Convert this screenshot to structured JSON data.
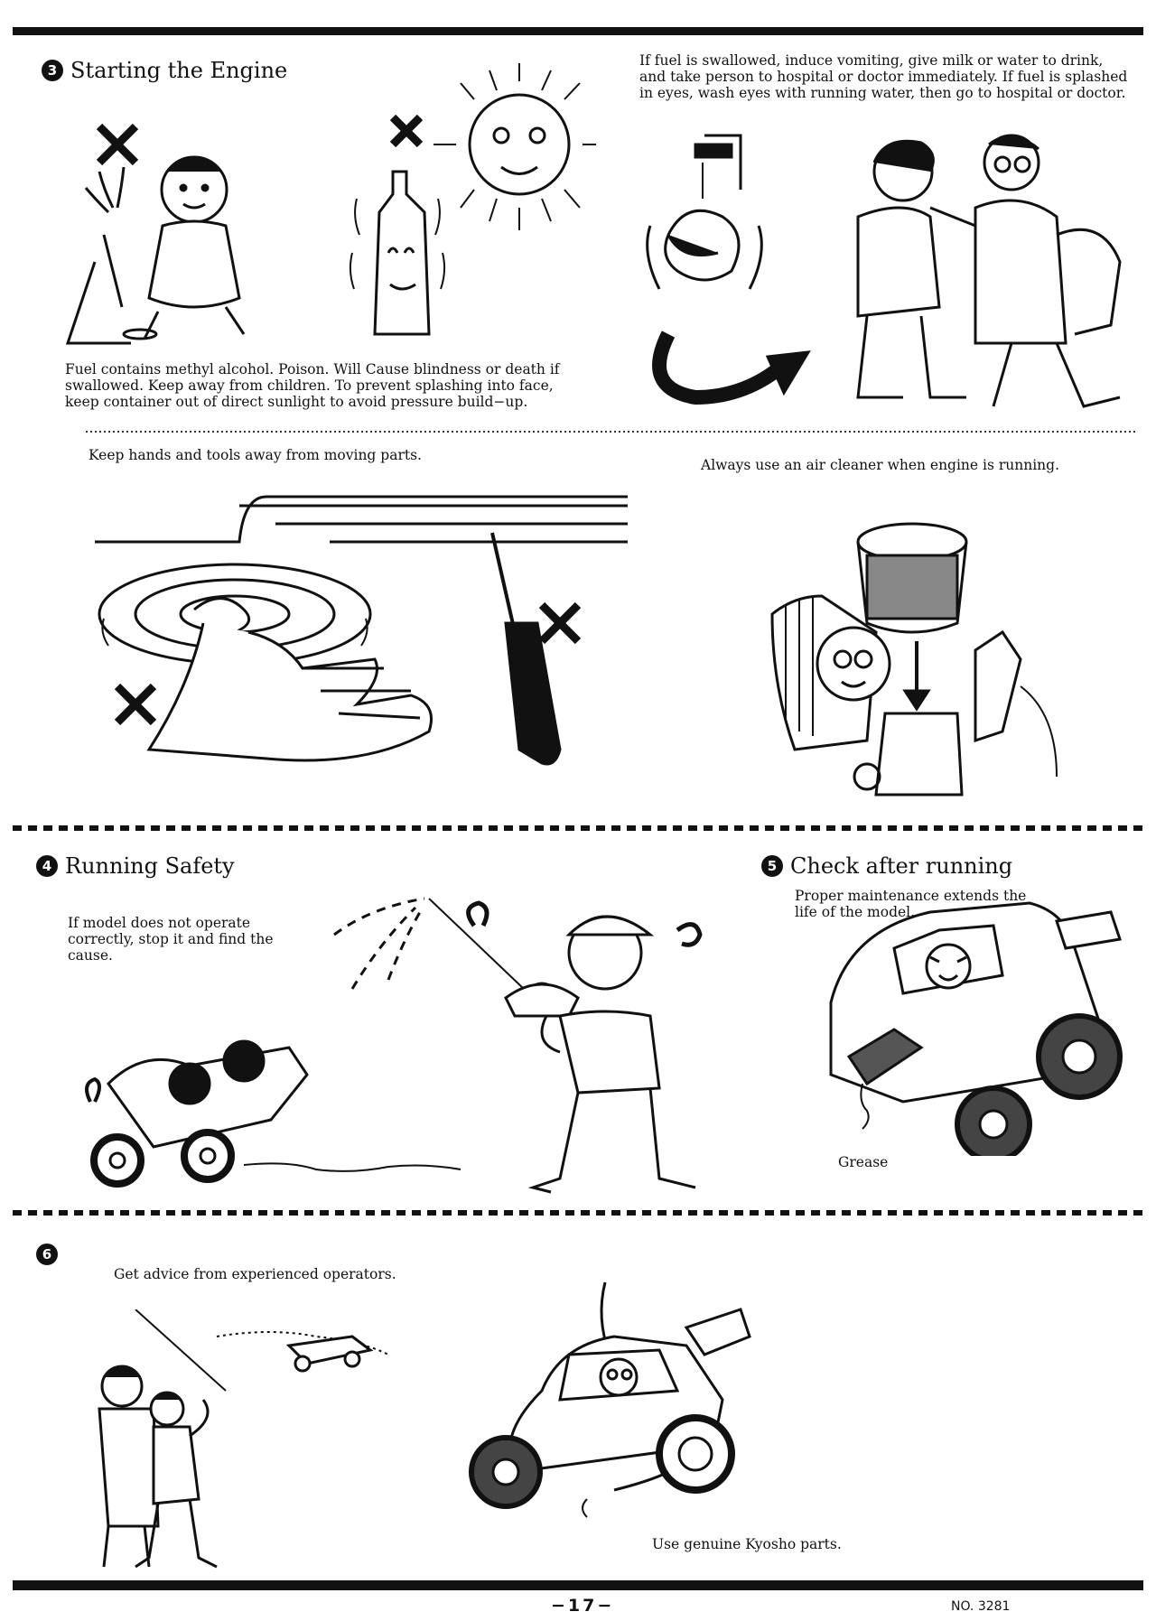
{
  "sections": {
    "s3": {
      "number": "3",
      "title": "Starting the Engine",
      "fuel_warning": "Fuel contains methyl alcohol. Poison. Will Cause blindness or death if swallowed. Keep away from children. To prevent splashing into face, keep container out of direct sunlight to avoid pressure build−up.",
      "first_aid": "If fuel is swallowed, induce vomiting, give milk or water to drink, and take person to hospital or doctor immediately. If fuel is splashed in eyes, wash eyes with running water, then go to hospital or doctor.",
      "hands_warning": "Keep hands and tools away from moving parts.",
      "air_cleaner": "Always use an air cleaner when engine is running."
    },
    "s4": {
      "number": "4",
      "title": "Running Safety",
      "text": "If model does not operate correctly, stop it and find the cause."
    },
    "s5": {
      "number": "5",
      "title": "Check after running",
      "text": "Proper maintenance extends the life of the model.",
      "grease_label": "Grease"
    },
    "s6": {
      "number": "6",
      "advice": "Get advice from experienced operators.",
      "parts": "Use genuine Kyosho parts."
    }
  },
  "footer": {
    "page_number": "−17−",
    "doc_number": "NO. 3281"
  }
}
